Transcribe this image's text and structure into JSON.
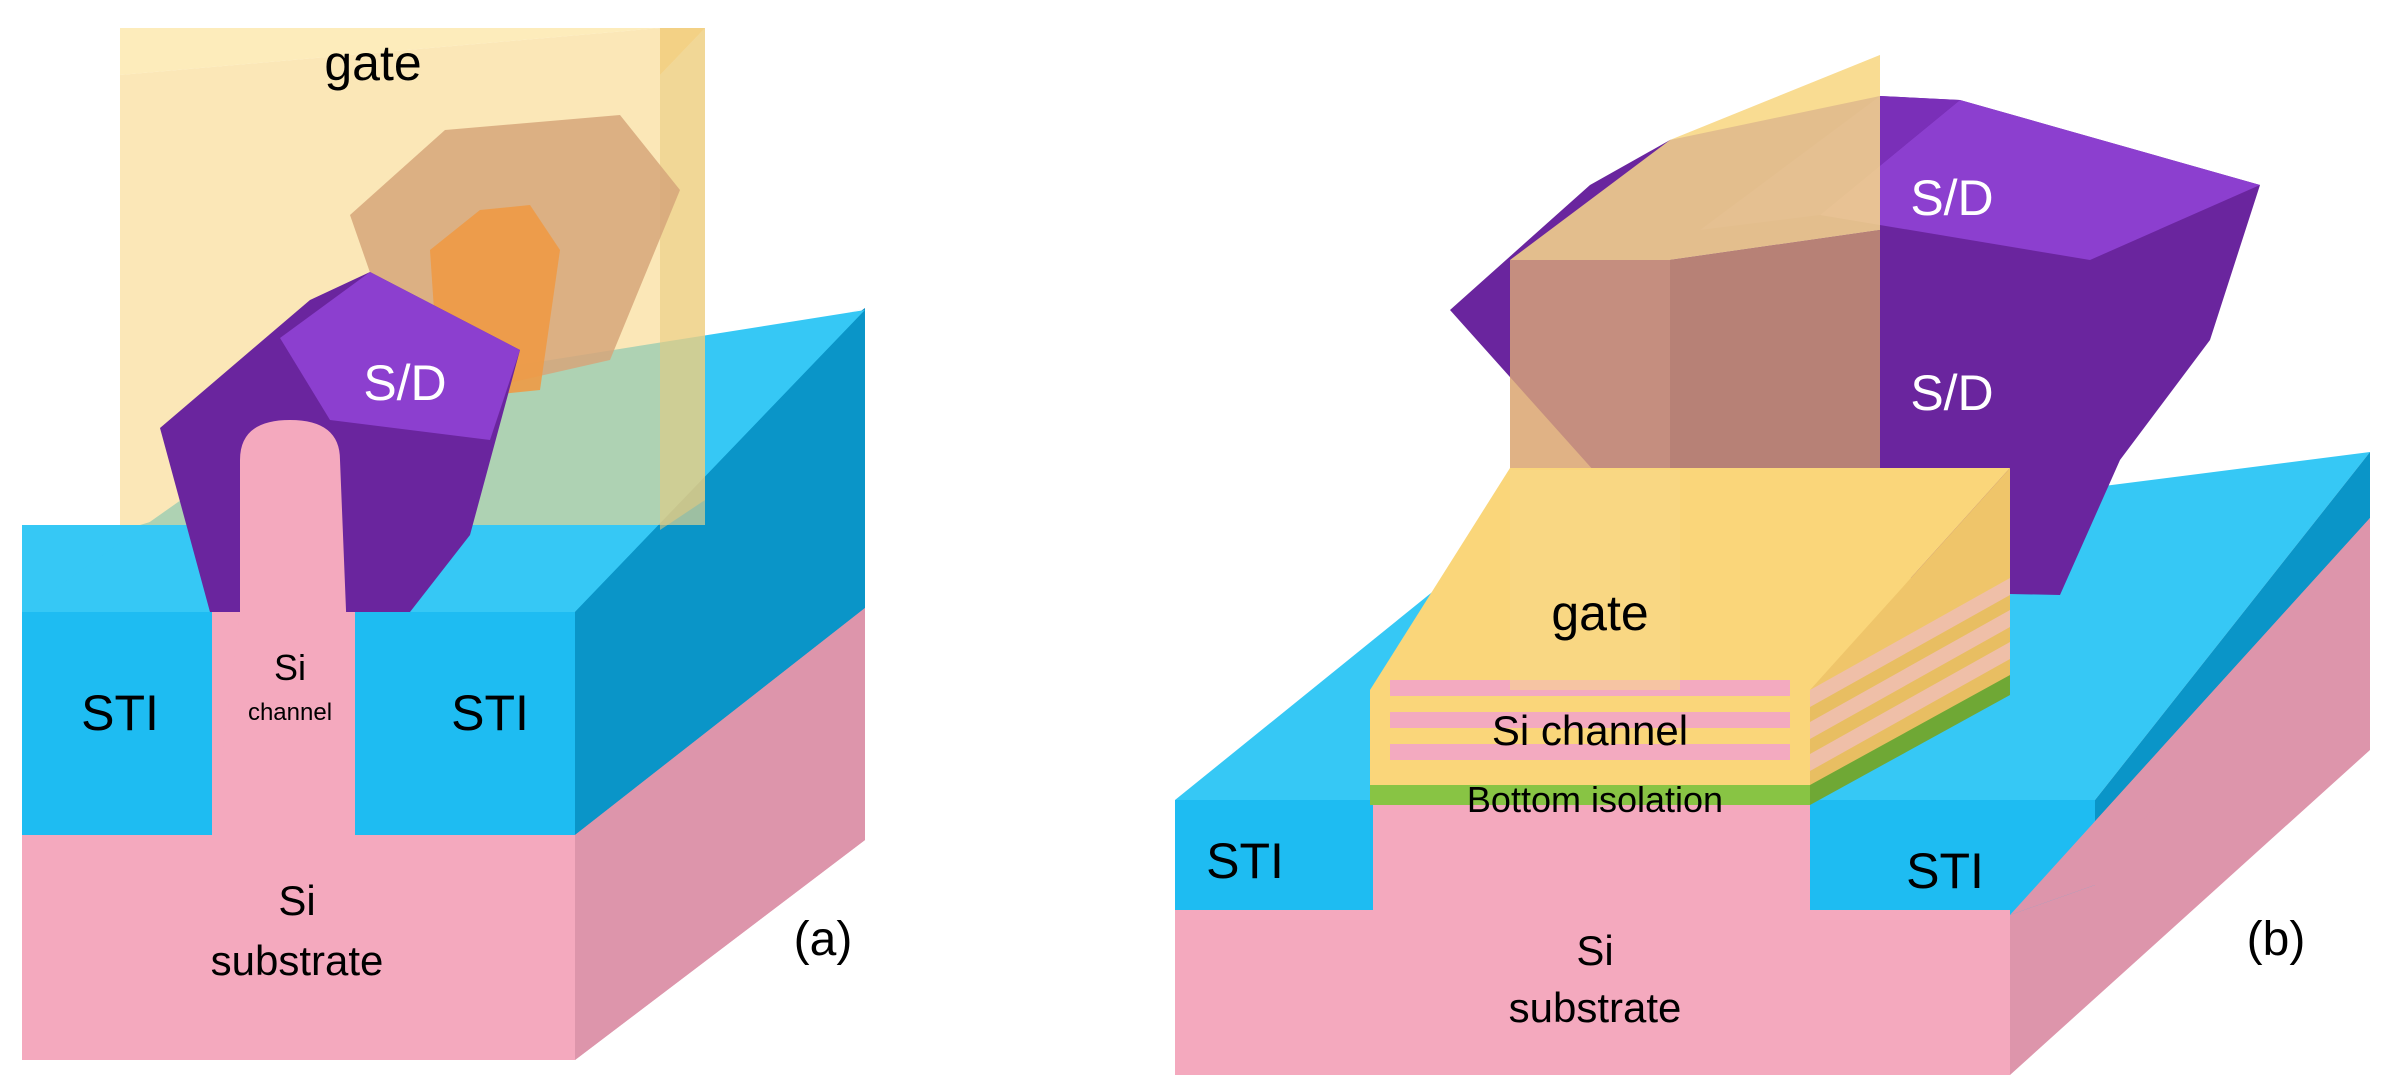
{
  "figure_a": {
    "gate": "gate",
    "source_drain": "S/D",
    "sti_left": "STI",
    "sti_right": "STI",
    "channel_line1": "Si",
    "channel_line2": "channel",
    "substrate_line1": "Si",
    "substrate_line2": "substrate",
    "caption": "(a)"
  },
  "figure_b": {
    "source_drain_top": "S/D",
    "source_drain_bottom": "S/D",
    "gate": "gate",
    "channel": "Si channel",
    "bottom_isolation": "Bottom isolation",
    "sti_left": "STI",
    "sti_right": "STI",
    "substrate_line1": "Si",
    "substrate_line2": "substrate",
    "caption": "(b)"
  },
  "colors": {
    "sti_front": "#1EBCF2",
    "sti_side": "#0A95C8",
    "sti_top": "#36C8F5",
    "substrate_front": "#F4A9BE",
    "substrate_side": "#DD95AB",
    "sd_front": "#8C3FCF",
    "sd_side": "#6A259E",
    "gate_translucent": "#F8D98A",
    "gate_solid": "#FAD67A",
    "channel_pink": "#F3AAC0",
    "isolation_green": "#88C444"
  }
}
